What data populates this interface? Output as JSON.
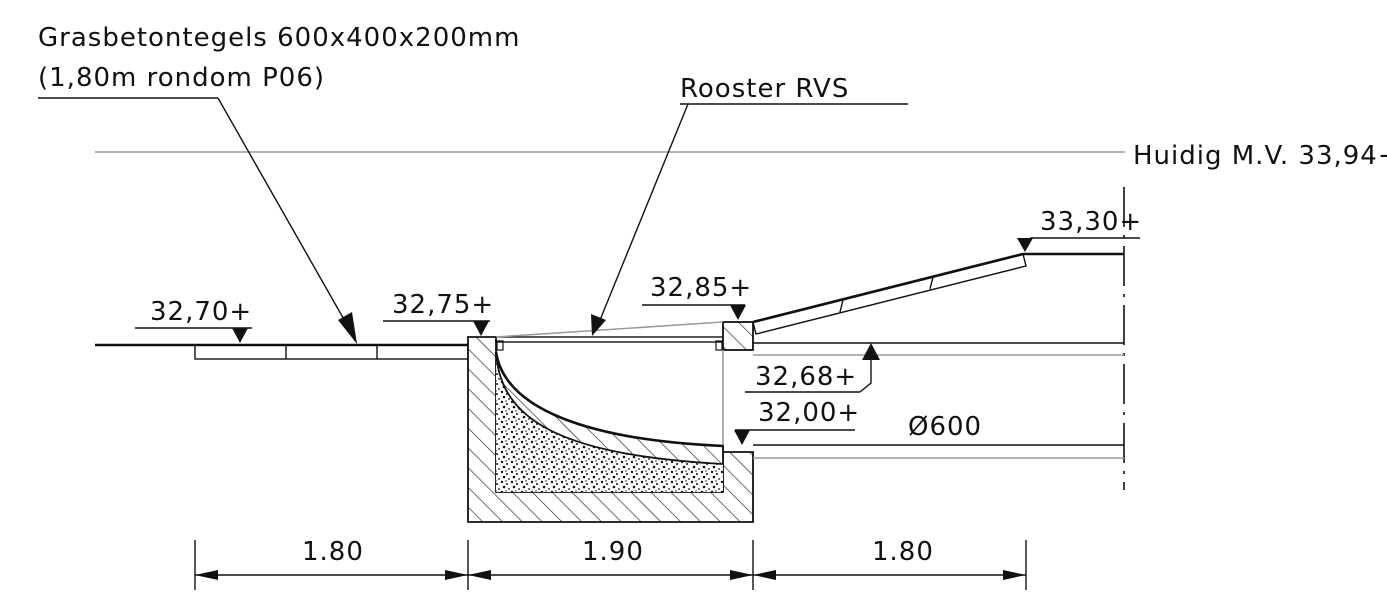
{
  "labels": {
    "grasbeton_line1": "Grasbetontegels 600x400x200mm",
    "grasbeton_line2": "(1,80m rondom P06)",
    "rooster": "Rooster RVS",
    "huidig_mv": "Huidig M.V. 33,94+",
    "level_3330": "33,30+",
    "level_3270": "32,70+",
    "level_3275": "32,75+",
    "level_3285": "32,85+",
    "level_3268": "32,68+",
    "level_3200": "32,00+",
    "pipe_diameter": "Ø600"
  },
  "dimensions": [
    "1.80",
    "1.90",
    "1.80"
  ]
}
